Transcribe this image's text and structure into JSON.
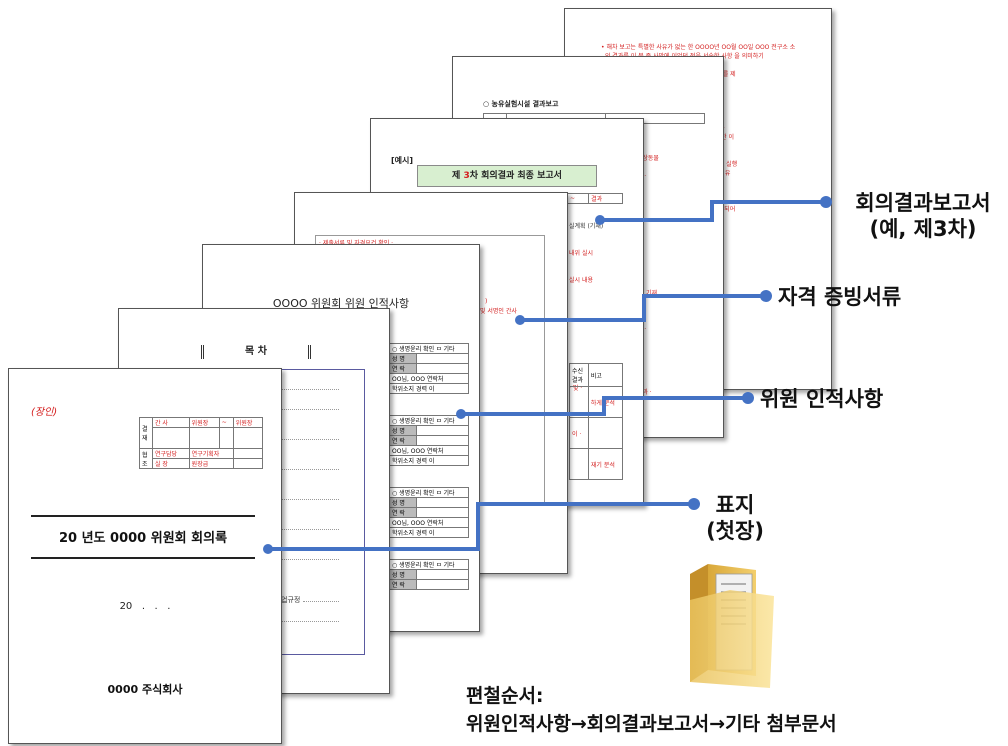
{
  "pages": {
    "report": {
      "example_tag": "[예시]",
      "title_prefix": "제 ",
      "title_num": "3",
      "title_suffix": "차 회의결과 최종 보고서"
    },
    "minutes_top": {
      "header": "○ 농유실험시설 결과보고"
    },
    "profile": {
      "title": "OOOO 위원회 위원 인적사항"
    },
    "toc": {
      "title": "목    차",
      "footer": "업규정"
    },
    "cover": {
      "stamp_label": "(장인)",
      "approval_side_1": "결재",
      "approval_side_2": "협조",
      "title": "20 년도 0000 위원회 회의록",
      "date": "20   .   .   .",
      "company": "0000 주식회사"
    }
  },
  "labels": {
    "report": "회의결과보고서\n(예, 제3차)",
    "qualification": "자격 증빙서류",
    "profile": "위원 인적사항",
    "cover": "표지\n(첫장)"
  },
  "order": {
    "title": "편철순서:",
    "sequence": "위원인적사항→회의결과보고서→기타 첨부문서"
  },
  "icons": [
    "folder-icon"
  ],
  "colors": {
    "connector": "#4472C4",
    "accent_red": "#d42020",
    "highlight_green": "#d8efd0"
  }
}
